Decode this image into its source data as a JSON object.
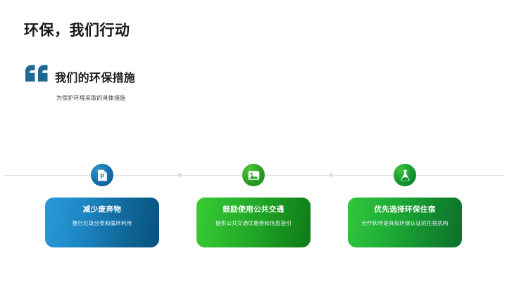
{
  "slide": {
    "title": "环保，我们行动",
    "section": {
      "heading": "我们的环保措施",
      "subheading": "为保护环境采取的具体措施",
      "quote_icon": "quote-mark-icon",
      "quote_color": "#1f6a94"
    },
    "timeline": {
      "line_color": "#e2e2e2",
      "separator_color": "#dcdcdc",
      "separators": 2
    },
    "cards": [
      {
        "icon": "document-p-icon",
        "badge_color": "#1572ad",
        "title": "减少废弃物",
        "description": "推行垃圾分类和循环利用",
        "gradient_from": "#2a9ad8",
        "gradient_to": "#08527f"
      },
      {
        "icon": "image-photo-icon",
        "badge_color": "#2ba024",
        "title": "鼓励使用公共交通",
        "description": "提供公共交通优惠券和信息指引",
        "gradient_from": "#37cc33",
        "gradient_to": "#0f7a18"
      },
      {
        "icon": "flask-lab-icon",
        "badge_color": "#14992f",
        "title": "优先选择环保住宿",
        "description": "合作伙伴是具有环保认证的住宿机构",
        "gradient_from": "#32c63c",
        "gradient_to": "#0c7029"
      }
    ]
  }
}
